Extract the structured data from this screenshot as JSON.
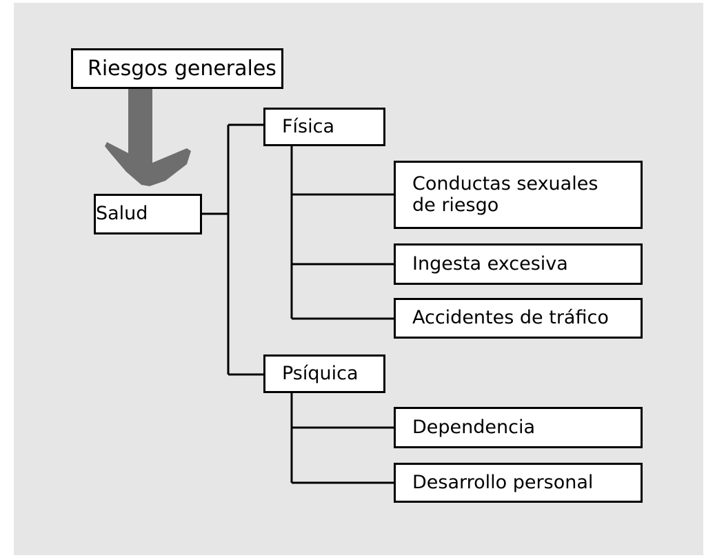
{
  "diagram": {
    "type": "tree",
    "title": "Riesgos generales",
    "orientation": "left-to-right",
    "canvas_color": "#e6e6e6",
    "box_fill": "#ffffff",
    "box_border": "#000000",
    "arrow_color": "#6e6e6e",
    "nodes": {
      "root": {
        "label": "Riesgos generales"
      },
      "salud": {
        "label": "Salud"
      },
      "fisica": {
        "label": "Física"
      },
      "psiquica": {
        "label": "Psíquica"
      },
      "conductas": {
        "label": "Conductas sexuales\nde riesgo"
      },
      "ingesta": {
        "label": "Ingesta excesiva"
      },
      "accidentes": {
        "label": "Accidentes de tráfico"
      },
      "dependencia": {
        "label": "Dependencia"
      },
      "desarrollo": {
        "label": "Desarrollo personal"
      }
    },
    "edges": [
      {
        "from": "root",
        "to": "salud",
        "style": "block-arrow-down"
      },
      {
        "from": "salud",
        "to": "fisica",
        "style": "elbow"
      },
      {
        "from": "salud",
        "to": "psiquica",
        "style": "elbow"
      },
      {
        "from": "fisica",
        "to": "conductas",
        "style": "elbow"
      },
      {
        "from": "fisica",
        "to": "ingesta",
        "style": "elbow"
      },
      {
        "from": "fisica",
        "to": "accidentes",
        "style": "elbow"
      },
      {
        "from": "psiquica",
        "to": "dependencia",
        "style": "elbow"
      },
      {
        "from": "psiquica",
        "to": "desarrollo",
        "style": "elbow"
      }
    ],
    "icons": {
      "down_arrow": "down-arrow-icon"
    }
  }
}
